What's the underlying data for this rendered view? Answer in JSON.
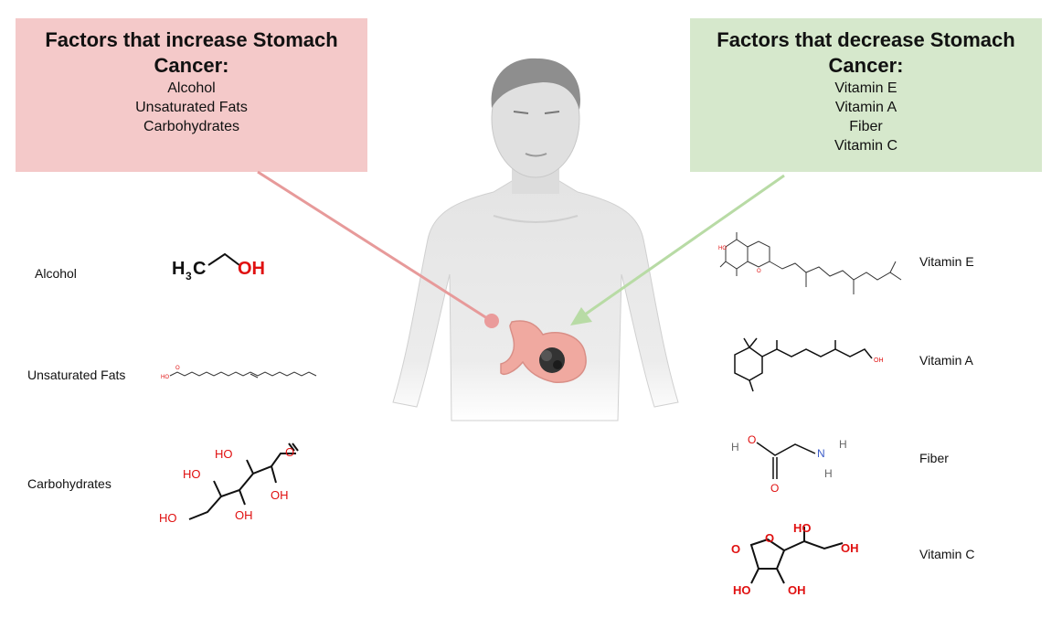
{
  "increase_box": {
    "title": "Factors that increase Stomach Cancer:",
    "items": [
      "Alcohol",
      "Unsaturated Fats",
      "Carbohydrates"
    ]
  },
  "decrease_box": {
    "title": "Factors that decrease Stomach Cancer:",
    "items": [
      "Vitamin E",
      "Vitamin A",
      "Fiber",
      "Vitamin C"
    ]
  },
  "left_labels": [
    "Alcohol",
    "Unsaturated Fats",
    "Carbohydrates"
  ],
  "right_labels": [
    "Vitamin E",
    "Vitamin A",
    "Fiber",
    "Vitamin C"
  ],
  "molecules": {
    "alcohol": {
      "h3c": "H",
      "sub3": "3",
      "c": "C",
      "oh": "OH"
    },
    "fatty_acid": {
      "ho": "HO",
      "o": "O"
    },
    "carbohydrate": {
      "ho_top": "HO",
      "ho_left": "HO",
      "oh_right": "OH",
      "ho_bottom": "HO",
      "oh_bottom": "OH",
      "o": "O"
    },
    "vitamin_e": {
      "ho": "HO",
      "o": "O"
    },
    "vitamin_a": {
      "oh": "OH"
    },
    "fiber": {
      "h_top": "H",
      "o_top": "O",
      "n": "N",
      "h_n1": "H",
      "h_n2": "H",
      "o_bottom": "O"
    },
    "vitamin_c": {
      "o_ketone": "O",
      "o_ring": "O",
      "oh_top": "HO",
      "oh_right": "OH",
      "ho_bl": "HO",
      "oh_br": "OH"
    }
  },
  "colors": {
    "increase": "#f4c9c9",
    "decrease": "#d6e8cc",
    "increase_line": "#e79a9a",
    "decrease_arrow": "#b8dba5",
    "heteroatom_red": "#e01010"
  }
}
